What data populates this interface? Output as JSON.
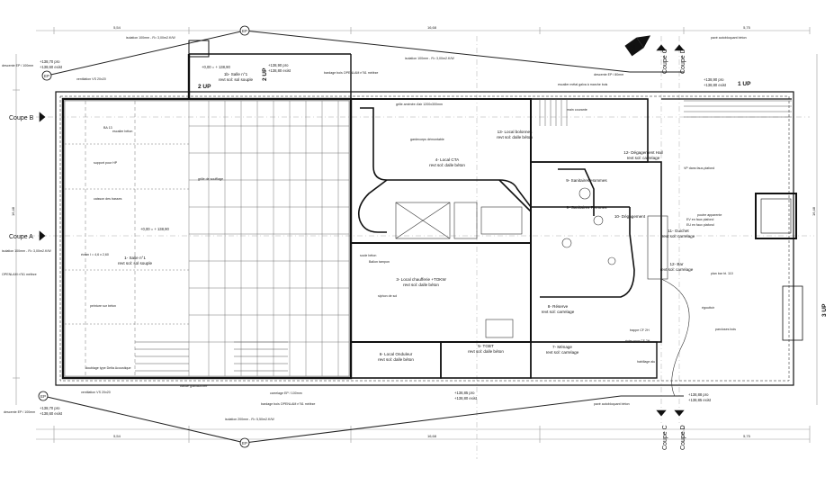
{
  "sections": {
    "coupe_a": "Coupe A",
    "coupe_b": "Coupe B",
    "coupe_c_top": "Coupe C",
    "coupe_d_top": "Coupe D",
    "coupe_c_bottom": "Coupe C",
    "coupe_d_bottom": "Coupe D"
  },
  "north_letter": "N",
  "stairs": {
    "up_2_a": "2 UP",
    "up_2_b": "2 UP",
    "up_1": "1 UP",
    "up_3": "3 UP"
  },
  "rooms": {
    "salle1_name": "1- Salle n°1",
    "salle1_sub": "revt sol: sol souple",
    "salle1b_name": "1b- Salle n°1",
    "salle1b_sub": "revt sol: sol souple",
    "cta_name": "4- Local CTA",
    "cta_sub": "revt sol: dalle béton",
    "chaufferie_name": "3- Local chaufferie +TOKW",
    "chaufferie_sub": "revt sol: dalle béton",
    "reserve_name": "8- Réserve",
    "reserve_sub": "revt sol: carrelage",
    "tgbt_name": "5- TGBT",
    "tgbt_sub": "revt sol: dalle béton",
    "menage_name": "7- Ménage",
    "menage_sub": "revt sol: carrelage",
    "onduleur_name": "6- Local Onduleur",
    "onduleur_sub": "revt sol: dalle béton",
    "bolonnes_name": "13- Local bolonnes",
    "bolonnes_sub": "revt sol: dalle béton",
    "degagement_name": "12- Dégagement Hall",
    "degagement_sub": "revt sol: carrelage",
    "guichet_name": "11- Guichet",
    "guichet_sub": "revt sol: carrelage",
    "bar_name": "12- Bar",
    "bar_sub": "revt sol: carrelage",
    "sanitaires_f": "9- Sanitaires Femmes",
    "sanitaires_h": "9- Sanitaires Hommes",
    "dégagement2": "10- Dégagement"
  },
  "dims": {
    "top_a": "5,54",
    "top_b": "16,68",
    "top_c": "5,75",
    "bot_a": "5,54",
    "bot_b": "16,68",
    "bot_c": "5,75",
    "left_v": "16,48",
    "right_v": "16,48"
  },
  "levels": {
    "ep_top_left": "+138,70 pro",
    "ep_top_left2": "+138,60 exist",
    "top_center": "+138,90 pro",
    "top_center2": "+138,80 exist",
    "salle_lvl": "+0,00 = + 138,90",
    "salle_lvl2": "+0,00 = + 138,90",
    "right_lvl": "+138,90 pro",
    "right_lvl2": "+138,80 exist",
    "bot_left": "+138,70 pro",
    "bot_left2": "+138,60 exist",
    "bot_center": "+138,85 pro",
    "bot_center2": "+138,80 exist",
    "bot_right": "+138,88 pro",
    "bot_right2": "+138,85 exist"
  },
  "notes": {
    "isolation_top": "isolation 100mm - R= 3,00m2.K/W",
    "isolation_mid": "isolation 100mm - R= 3,00m2.K/W",
    "isolation_bot": "isolation 200mm - R= 5,50m2.K/W",
    "ventilation_top": "ventilation VS 20x20",
    "ventilation_bot": "ventilation VS 20x20",
    "bardage_top": "bardage bois OPENLAM n°61 mélèze",
    "bardage_bot": "bardage bois OPENLAM n°61 mélèze",
    "grille_top": "grille aménée d'air 1200x300mm",
    "bande_gravillonnee": "bande gravillonnée",
    "descente_ep": "descente EP / 80mm",
    "descente_ep2": "descente EP / 100mm",
    "grille_soufflage": "grille de soufflage",
    "support_hp": "support pour HP",
    "caisson": "caisson des basses",
    "ecran": "écran I = 4,6 x 2,60",
    "peinture_beton": "peinture sur béton",
    "escalier_beton": "escalier béton",
    "doublage": "doublage type Delta Acoustique",
    "ba13": "BA 13",
    "socle": "socle béton",
    "ballon": "Ballon tampon",
    "siphon": "siphon de sol",
    "gardecorps": "gardecorps démontable",
    "main_courante": "main courante",
    "faux_plafond": "VP dans faux-plafond",
    "poutre": "poutre apparente",
    "trappe": "trappe CF 2H",
    "evier": "évier pour CF 2H",
    "plan_bar": "plan bar ht. 110",
    "ev_faux": "EV en faux plafond",
    "eu_faux": "EU en faux plafond",
    "habillage": "habillage alu",
    "parcloses": "parcloses bois",
    "egouttoir": "égouttoir",
    "openlam_side": "OPENLAM n°61 mélèze",
    "pave_top": "pavé autobloquant béton",
    "pave_bot": "pavé autobloquant béton",
    "escalier_metal": "escalier métal galva à marche bois",
    "isolation_side": "isolation 100mm - R= 3,00m2.K/W",
    "descente_side": "descente EP / 100mm",
    "ep_side": "carrelage EP / 100mm"
  },
  "ep_label": "EP"
}
